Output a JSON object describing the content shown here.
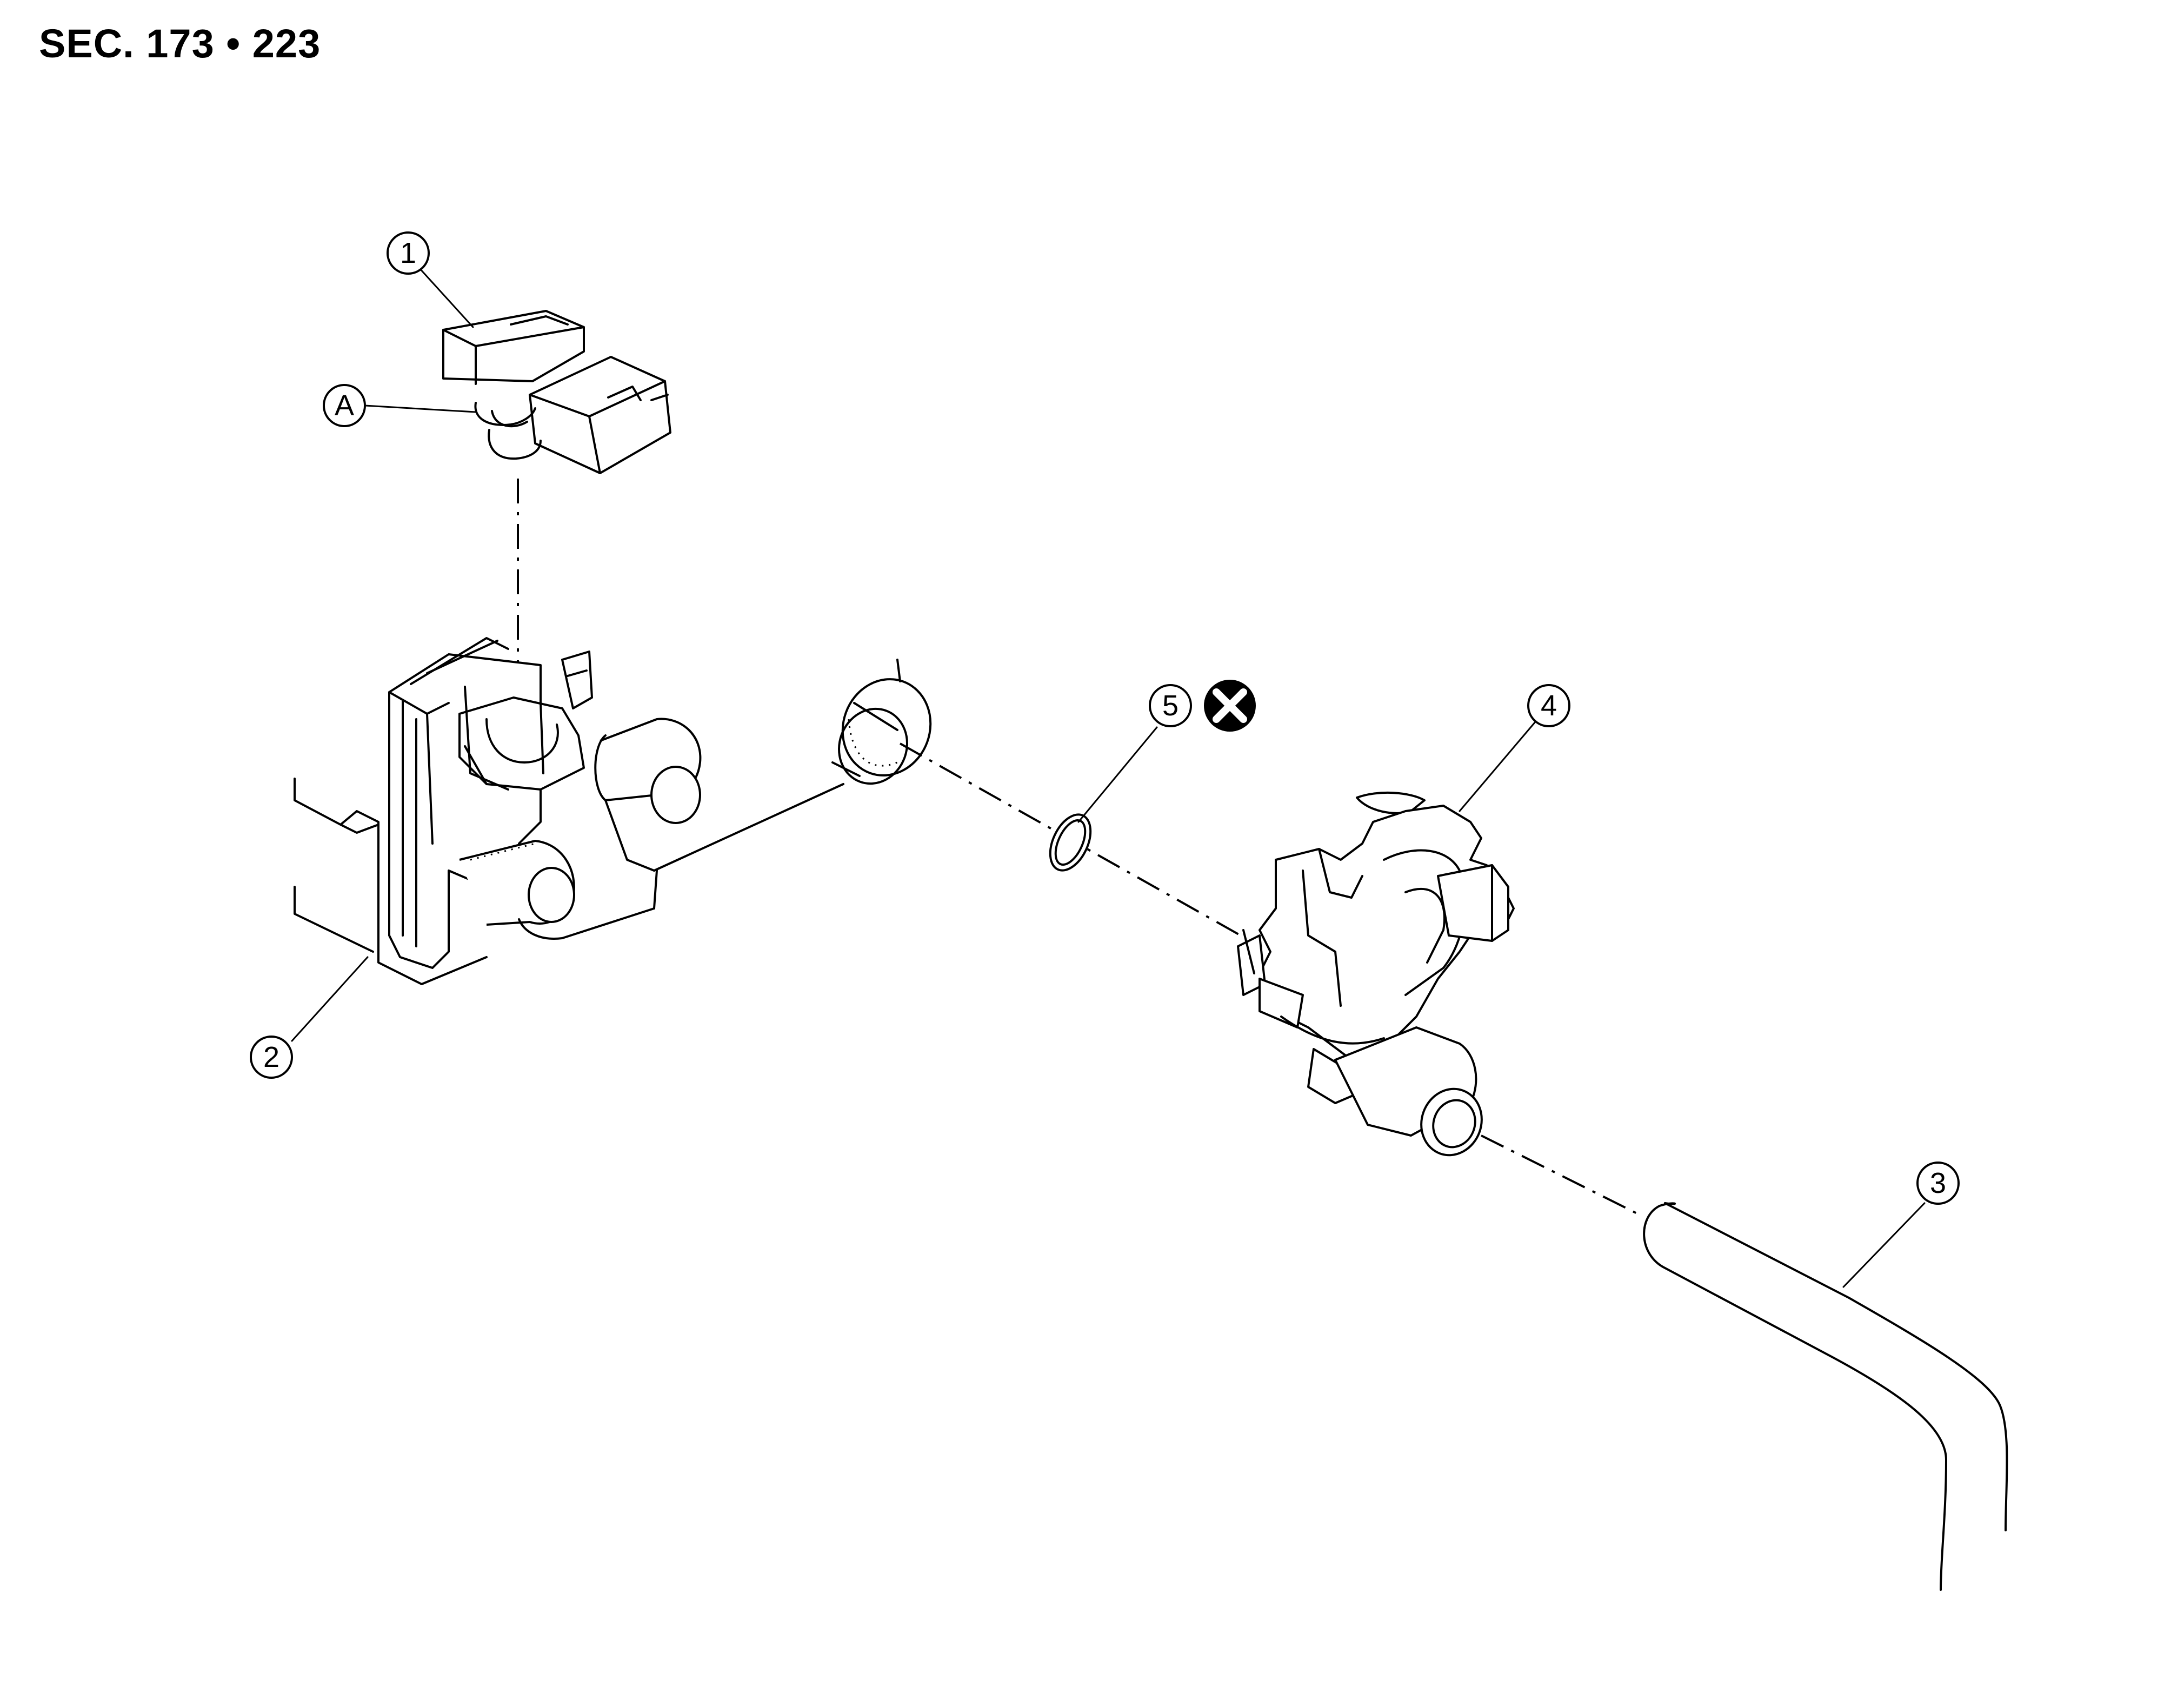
{
  "header": {
    "section_ref": "SEC. 173 • 223"
  },
  "callouts": [
    {
      "id": "1",
      "label": "1"
    },
    {
      "id": "2",
      "label": "2"
    },
    {
      "id": "3",
      "label": "3"
    },
    {
      "id": "4",
      "label": "4"
    },
    {
      "id": "5",
      "label": "5"
    },
    {
      "id": "A",
      "label": "A"
    }
  ],
  "symbols": {
    "not_reusable": "x-circle-icon"
  }
}
